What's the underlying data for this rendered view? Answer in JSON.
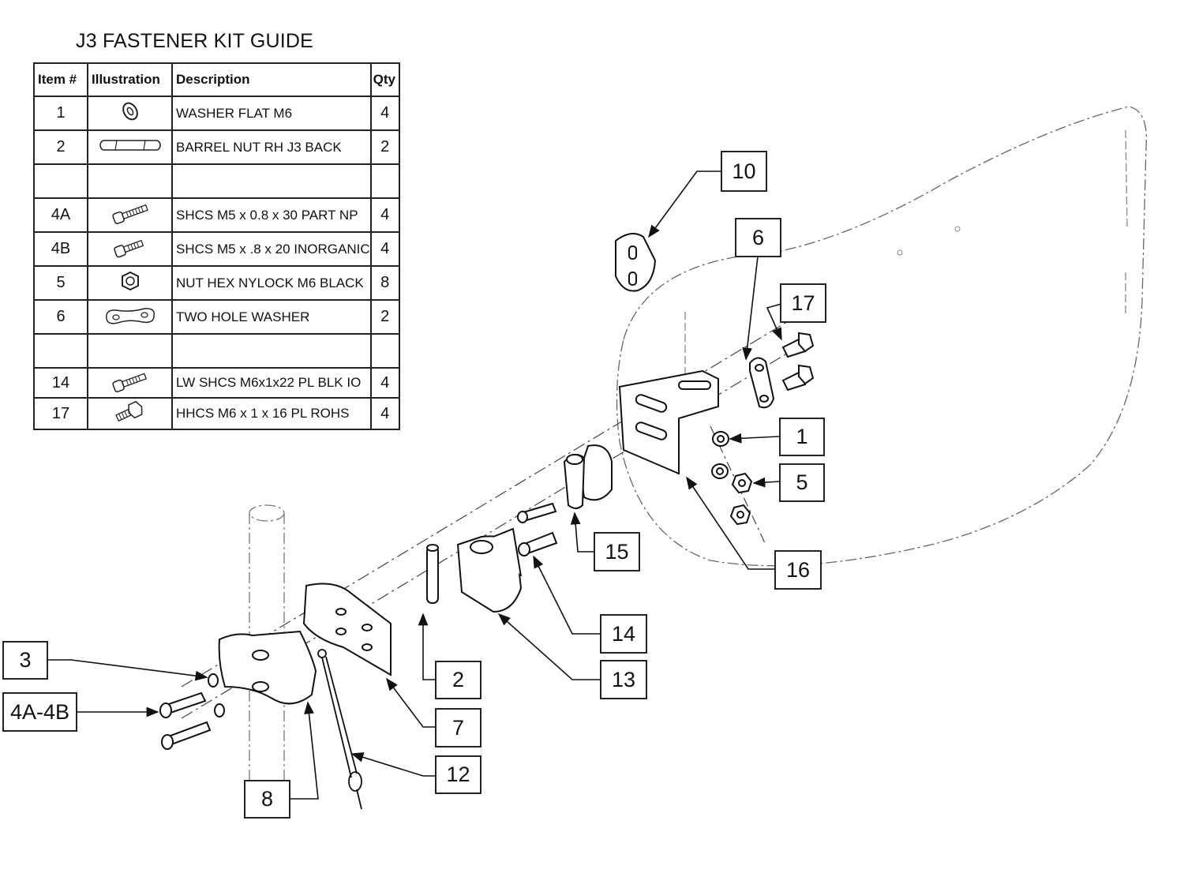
{
  "title": "J3 FASTENER KIT GUIDE",
  "table": {
    "headers": {
      "item": "Item #",
      "illustration": "Illustration",
      "description": "Description",
      "qty": "Qty"
    },
    "rows": [
      {
        "item": "1",
        "icon": "flat-washer-icon",
        "description": "WASHER FLAT M6",
        "qty": "4"
      },
      {
        "item": "2",
        "icon": "barrel-nut-icon",
        "description": "BARREL NUT RH J3 BACK",
        "qty": "2"
      },
      {
        "item": "",
        "icon": "",
        "description": "",
        "qty": ""
      },
      {
        "item": "4A",
        "icon": "socket-screw-icon",
        "description": "SHCS M5 x 0.8 x 30 PART NP",
        "qty": "4"
      },
      {
        "item": "4B",
        "icon": "socket-screw-icon",
        "description": "SHCS M5 x .8 x 20 INORGANIC",
        "qty": "4"
      },
      {
        "item": "5",
        "icon": "hex-nut-icon",
        "description": "NUT HEX NYLOCK M6 BLACK",
        "qty": "8"
      },
      {
        "item": "6",
        "icon": "two-hole-washer-icon",
        "description": "TWO HOLE WASHER",
        "qty": "2"
      },
      {
        "item": "",
        "icon": "",
        "description": "",
        "qty": ""
      },
      {
        "item": "14",
        "icon": "socket-screw-icon",
        "description": "LW SHCS M6x1x22 PL BLK IO",
        "qty": "4"
      },
      {
        "item": "17",
        "icon": "hex-bolt-icon",
        "description": "HHCS M6 x 1 x 16 PL ROHS",
        "qty": "4"
      }
    ]
  },
  "callouts": {
    "c1": "1",
    "c2": "2",
    "c3": "3",
    "c4": "4A-4B",
    "c5": "5",
    "c6": "6",
    "c7": "7",
    "c8": "8",
    "c10": "10",
    "c12": "12",
    "c13": "13",
    "c14": "14",
    "c15": "15",
    "c16": "16",
    "c17": "17"
  }
}
